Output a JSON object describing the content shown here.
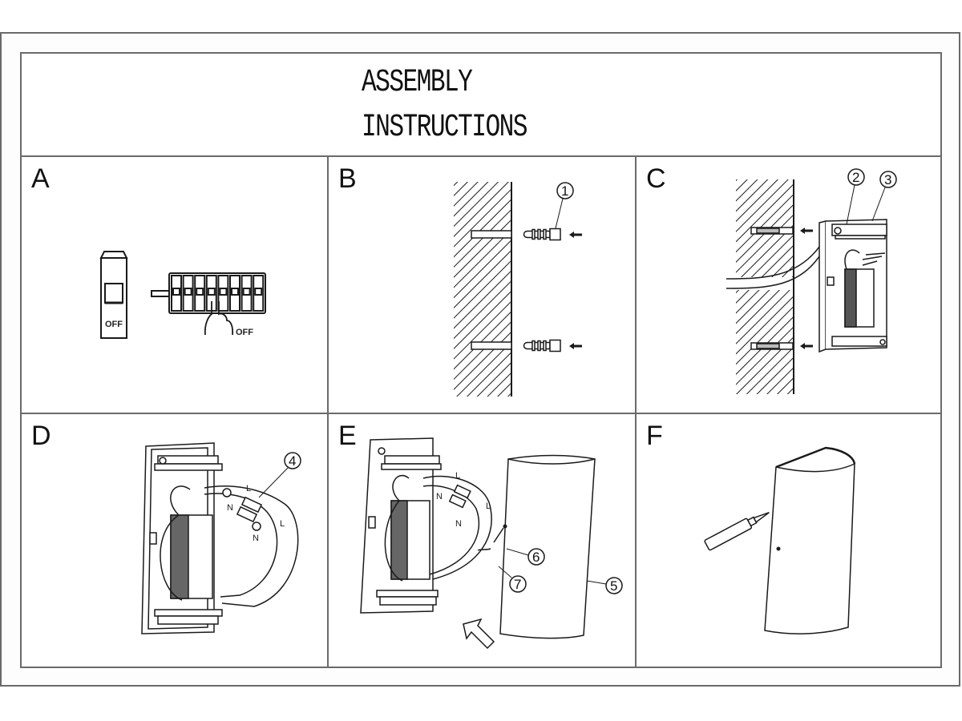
{
  "header": {
    "title_line1": "ASSEMBLY",
    "title_line2": "INSTRUCTIONS"
  },
  "panels": [
    {
      "id": "A",
      "letter": "A",
      "labels": {
        "breaker_state": "OFF",
        "switch_state": "OFF"
      }
    },
    {
      "id": "B",
      "letter": "B",
      "callouts": [
        "1"
      ]
    },
    {
      "id": "C",
      "letter": "C",
      "callouts": [
        "2",
        "3"
      ]
    },
    {
      "id": "D",
      "letter": "D",
      "callouts": [
        "4"
      ],
      "wire_labels": [
        "L",
        "N",
        "N",
        "L"
      ]
    },
    {
      "id": "E",
      "letter": "E",
      "callouts": [
        "6",
        "7",
        "5"
      ],
      "wire_labels": [
        "L",
        "N",
        "N",
        "L"
      ]
    },
    {
      "id": "F",
      "letter": "F"
    }
  ],
  "colors": {
    "line": "#1a1a1a",
    "frame": "#6a6a6a",
    "background": "#ffffff"
  }
}
